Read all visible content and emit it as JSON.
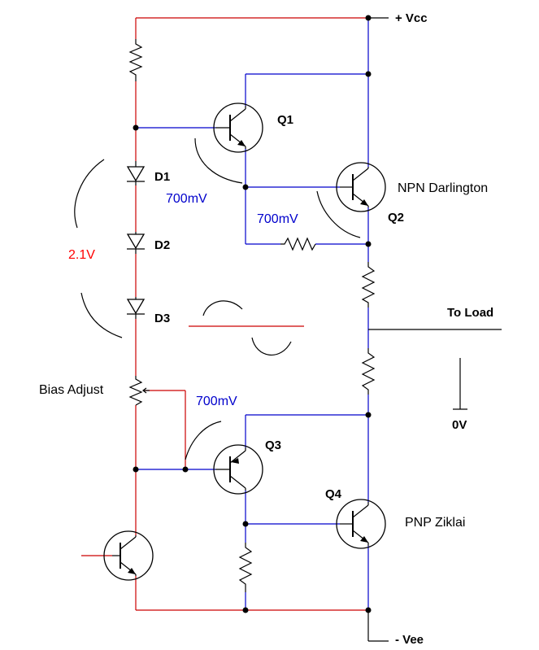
{
  "rails": {
    "vcc": "+ Vcc",
    "vee": "- Vee",
    "output": "To Load",
    "ground": "0V"
  },
  "transistors": {
    "q1": "Q1",
    "q2": "Q2",
    "q3": "Q3",
    "q4": "Q4"
  },
  "diodes": {
    "d1": "D1",
    "d2": "D2",
    "d3": "D3"
  },
  "annotations": {
    "npn_pair": "NPN Darlington",
    "pnp_pair": "PNP Ziklai",
    "bias_adjust": "Bias Adjust",
    "diode_drop_total": "2.1V",
    "vbe_q1": "700mV",
    "vbe_q2": "700mV",
    "vbe_q3": "700mV"
  },
  "colors": {
    "wire_red": "#cc0000",
    "wire_blue": "#0000cc",
    "total_voltage": "#ff0000",
    "vbe_voltage": "#0000cc",
    "text": "#000000"
  }
}
